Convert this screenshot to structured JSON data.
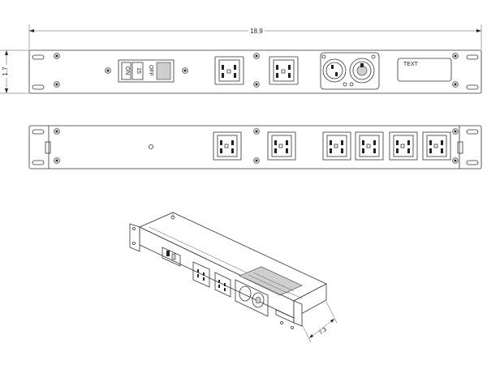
{
  "dimensions": {
    "width": "18.9",
    "height": "1.7",
    "depth": "7.3"
  },
  "front_panel": {
    "breaker": {
      "on_label": "ON",
      "rating": "15",
      "off_label": "OFF"
    },
    "label_plate_text": "TEXT"
  }
}
